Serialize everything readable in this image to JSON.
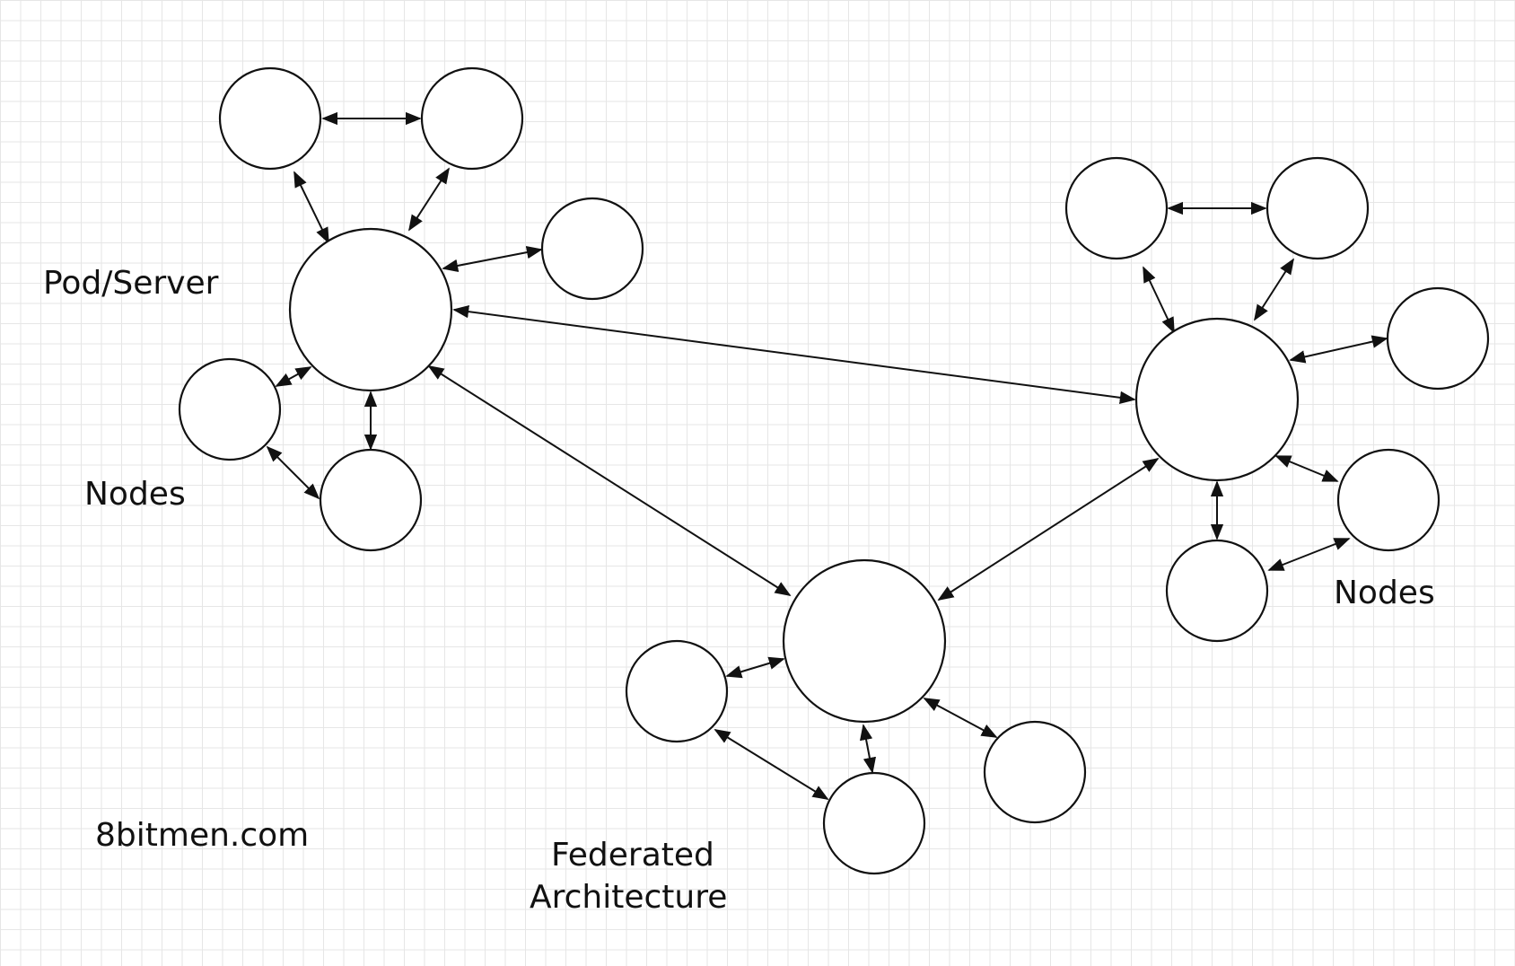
{
  "labels": {
    "pod_server": "Pod/Server",
    "nodes_left": "Nodes",
    "nodes_right": "Nodes",
    "federated_line1": "Federated",
    "federated_line2": "Architecture",
    "watermark": "8bitmen.com"
  },
  "colors": {
    "background": "#ffffff",
    "grid": "#e6e6e6",
    "stroke": "#111111"
  }
}
